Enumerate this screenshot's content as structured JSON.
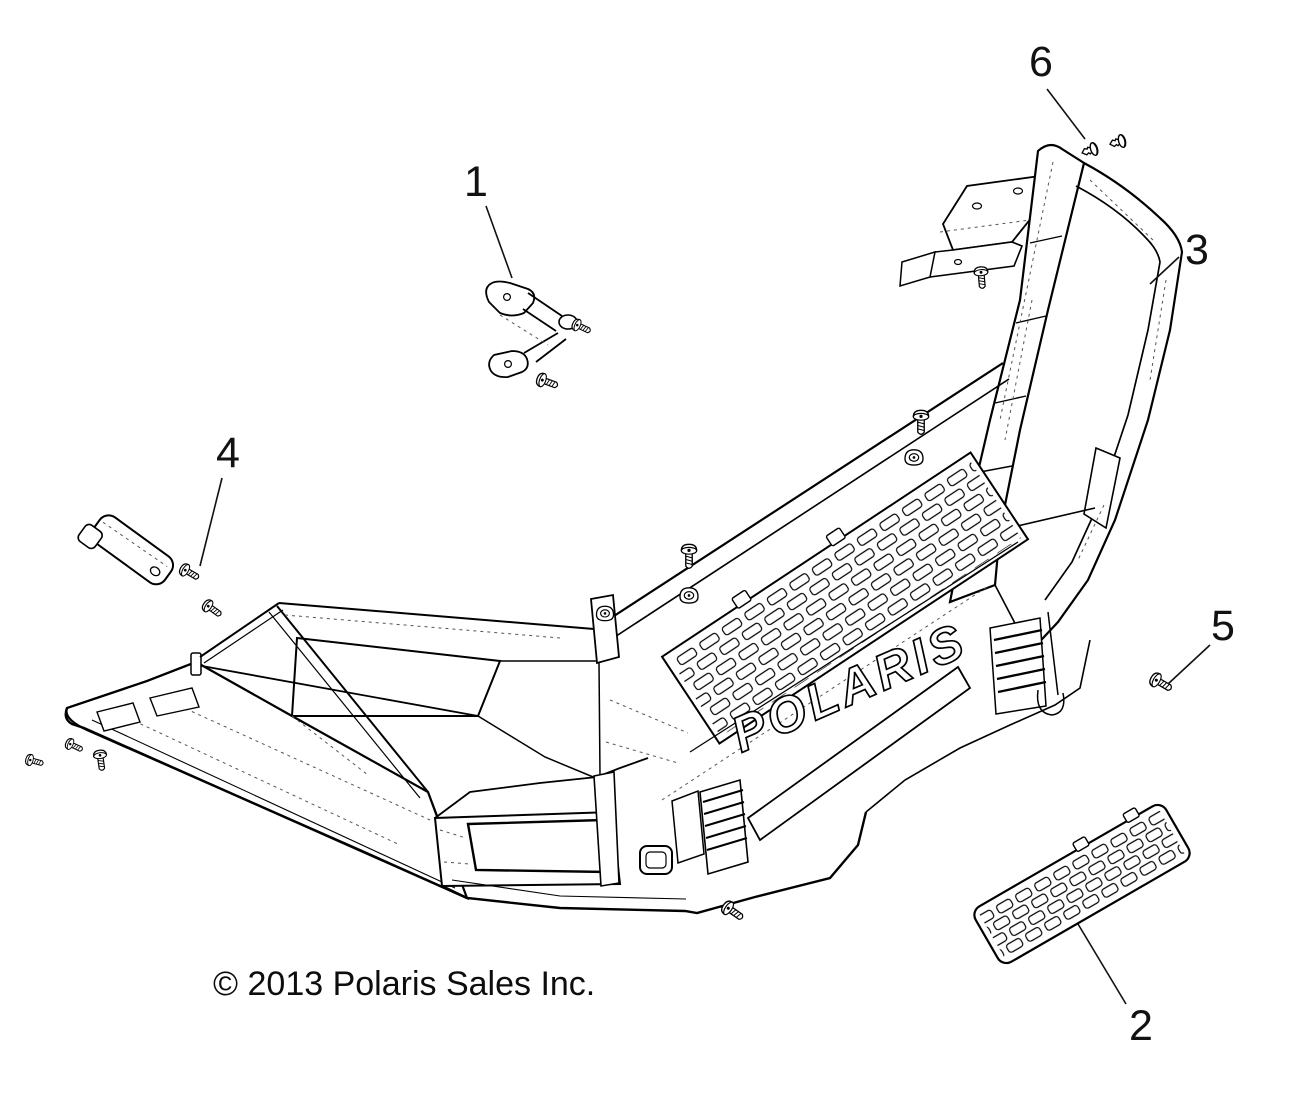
{
  "diagram": {
    "copyright": "© 2013 Polaris Sales Inc.",
    "brand_text": "POLARIS",
    "callouts": [
      {
        "label": "1"
      },
      {
        "label": "2"
      },
      {
        "label": "3"
      },
      {
        "label": "4"
      },
      {
        "label": "5"
      },
      {
        "label": "6"
      }
    ]
  }
}
